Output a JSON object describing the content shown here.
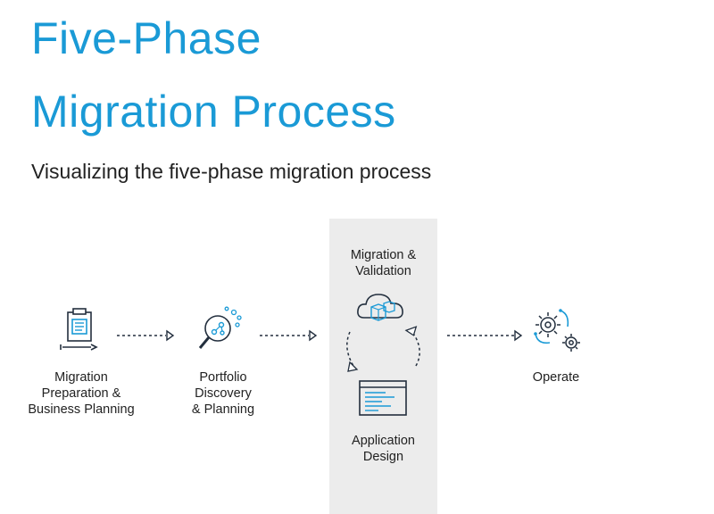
{
  "title_lines": [
    "Five-Phase",
    "Migration Process"
  ],
  "subtitle": "Visualizing the five-phase migration process",
  "phases": {
    "prep": {
      "lines": [
        "Migration",
        "Preparation &",
        "Business Planning"
      ],
      "icon": "clipboard-icon"
    },
    "portfolio": {
      "lines": [
        "Portfolio",
        "Discovery",
        "& Planning"
      ],
      "icon": "magnifier-network-icon"
    },
    "migration": {
      "lines": [
        "Migration &",
        "Validation"
      ],
      "icon": "cloud-boxes-icon"
    },
    "design": {
      "lines": [
        "Application",
        "Design"
      ],
      "icon": "application-window-icon"
    },
    "operate": {
      "lines": [
        "Operate"
      ],
      "icon": "gears-icon"
    }
  },
  "colors": {
    "title": "#1a9ad6",
    "icon_stroke": "#232f3e",
    "icon_accent": "#1a9ad6",
    "panel": "#ececec"
  }
}
